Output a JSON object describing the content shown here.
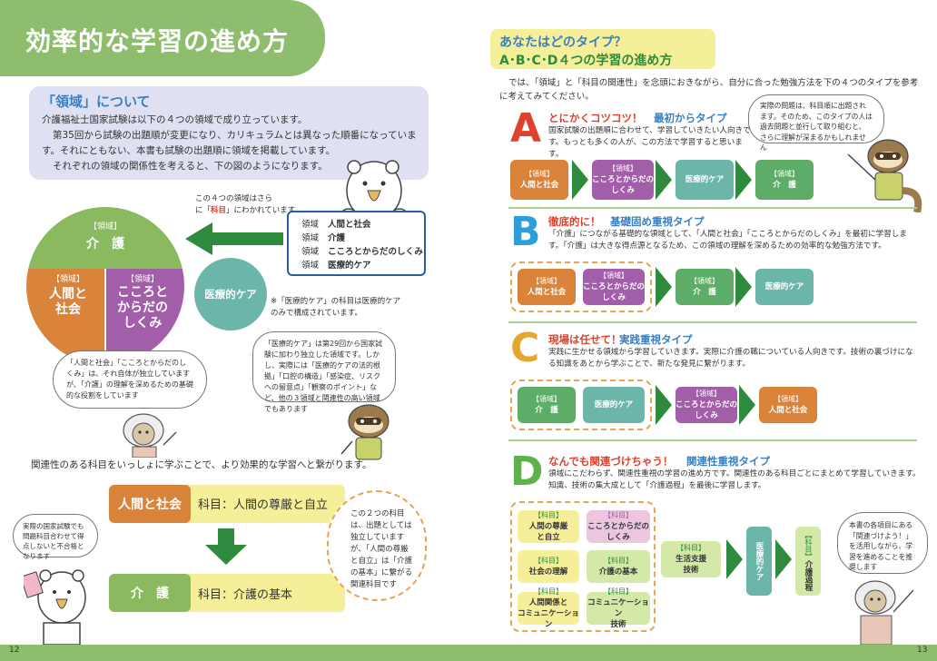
{
  "left": {
    "title": "効率的な学習の進め方",
    "info": {
      "heading": "「領域」について",
      "lines": [
        "介護福祉士国家試験は以下の４つの領域で成り立っています。",
        "第35回から試験の出題順が変更になり、カリキュラムとは異なった順番になっています。それにともない、本書も試験の出題順に領域を掲載しています。",
        "それぞれの領域の関係性を考えると、下の図のようになります。"
      ]
    },
    "note_split_a": "この４つの領域はさら",
    "note_split_b_pre": "に「",
    "note_split_b_red": "科目",
    "note_split_b_post": "」にわかれています。",
    "domain_list": [
      {
        "prefix": "領域",
        "name": "人間と社会"
      },
      {
        "prefix": "領域",
        "name": "介護"
      },
      {
        "prefix": "領域",
        "name": "こころとからだのしくみ"
      },
      {
        "prefix": "領域",
        "name": "医療的ケア"
      }
    ],
    "pie": {
      "top_small": "【領域】",
      "top": "介　護",
      "left_small": "【領域】",
      "left": "人間と\n社会",
      "right_small": "【領域】",
      "right": "こころと\nからだの\nしくみ"
    },
    "circle": "医療的ケア",
    "circle_note": "※「医療的ケア」の科目は医療的ケアのみで構成されています。",
    "bubble1": "「人間と社会」「こころとからだのしくみ」は、それ自体が独立していますが、「介護」の理解を深めるための基礎的な役割をしています",
    "bubble2": "「医療的ケア」は第29回から国家試験に加わり独立した領域です。しかし、実際には「医療的ケアの法的根拠」「口腔の構造」「感染症、リスクへの留意点」「観察のポイント」など、他の３領域と関連性の高い領域でもあります",
    "relation_text": "関連性のある科目をいっしょに学ぶことで、より効果的な学習へと繋がります。",
    "row1": {
      "label": "人間と社会",
      "subject": "科目：人間の尊厳と自立"
    },
    "row2": {
      "label": "介　護",
      "subject": "科目：介護の基本"
    },
    "bubble3": "この２つの科目は、出題としては独立していますが、「人間の尊厳と自立」は「介護の基本」に繋がる関連科目です",
    "bubble4": "実際の国家試験でも問題科目合わせて得点しないと不合格となります",
    "page": "12"
  },
  "right": {
    "q_line1": "あなたはどのタイプ？",
    "q_line2": "A･B･C･D４つの学習の進め方",
    "intro": "では、「領域」と「科目の関連性」を念頭におきながら、自分に合った勉強方法を下の４つのタイプを参考に考えてみてください。",
    "bubble_top": "実際の問題は、科目順に出題されます。そのため、このタイプの人は過去問題と並行して取り組むと、さらに理解が深まるかもしれません",
    "types": [
      {
        "letter": "A",
        "title1": "とにかくコツコツ！",
        "title2": "最初からタイプ",
        "desc": "国家試験の出題順に合わせて、学習していきたい人向きです。もっとも多くの人が、この方法で学習すると思います。",
        "boxes": [
          {
            "small": "【領域】",
            "name": "人間と社会"
          },
          {
            "small": "【領域】",
            "name": "こころとからだの\nしくみ"
          },
          {
            "small": "",
            "name": "医療的ケア"
          },
          {
            "small": "【領域】",
            "name": "介　護"
          }
        ]
      },
      {
        "letter": "B",
        "title1": "徹底的に！",
        "title2": "基礎固め重視タイプ",
        "desc": "「介護」につながる基礎的な領域として、「人間と社会」「こころとからだのしくみ」を最初に学習します。「介護」は大きな得点源となるため、この領域の理解を深めるための効率的な勉強方法です。",
        "boxes": [
          {
            "small": "【領域】",
            "name": "人間と社会"
          },
          {
            "small": "【領域】",
            "name": "こころとからだの\nしくみ"
          },
          {
            "small": "【領域】",
            "name": "介　護"
          },
          {
            "small": "",
            "name": "医療的ケア"
          }
        ]
      },
      {
        "letter": "C",
        "title1": "現場は任せて！",
        "title2": "実践重視タイプ",
        "desc": "実践に生かせる領域から学習していきます。実際に介護の職についている人向きです。技術の裏づけになる知識をあとから学ぶことで、新たな発見に繋がります。",
        "boxes": [
          {
            "small": "【領域】",
            "name": "介　護"
          },
          {
            "small": "",
            "name": "医療的ケア"
          },
          {
            "small": "【領域】",
            "name": "こころとからだの\nしくみ"
          },
          {
            "small": "【領域】",
            "name": "人間と社会"
          }
        ]
      },
      {
        "letter": "D",
        "title1": "なんでも関連づけちゃう！",
        "title2": "関連性重視タイプ",
        "desc": "領域にこだわらず、関連性重視の学習の進め方です。関連性のある科目ごとにまとめて学習していきます。知識、技術の集大成として「介護過程」を最後に学習します。",
        "boxes": [
          {
            "small": "【科目】",
            "name": "人間の尊厳\nと自立"
          },
          {
            "small": "【科目】",
            "name": "こころとからだの\nしくみ"
          },
          {
            "small": "【科目】",
            "name": "社会の理解"
          },
          {
            "small": "【科目】",
            "name": "介護の基本"
          },
          {
            "small": "【科目】",
            "name": "人間関係と\nコミュニケーション"
          },
          {
            "small": "【科目】",
            "name": "コミュニケーション\n技術"
          },
          {
            "small": "【科目】",
            "name": "生活支援\n技術"
          },
          {
            "small": "",
            "name": "医療的ケア"
          },
          {
            "small": "【科目】",
            "name": "介護過程"
          }
        ]
      }
    ],
    "bubble_bottom": "本書の各項目にある「関連づけよう！」を活用しながら、学習を進めることを推奨します",
    "page": "13"
  },
  "colors": {
    "green": "#8dbd6d",
    "orange": "#d9833b",
    "purple": "#a35eaa",
    "letterA": "#e0402c",
    "letterB": "#2b9fd9",
    "letterC": "#e4a62f",
    "letterD": "#5db24a"
  }
}
